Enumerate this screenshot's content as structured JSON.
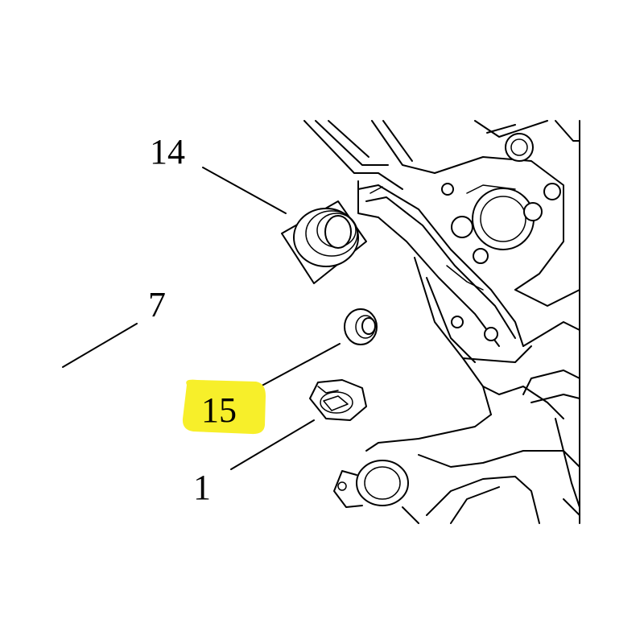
{
  "diagram": {
    "callouts": [
      {
        "id": "14",
        "label": "14"
      },
      {
        "id": "7",
        "label": "7"
      },
      {
        "id": "15",
        "label": "15",
        "highlighted": true
      },
      {
        "id": "1",
        "label": "1"
      }
    ],
    "highlight_color": "#f7ef2a",
    "line_color": "#000000"
  }
}
